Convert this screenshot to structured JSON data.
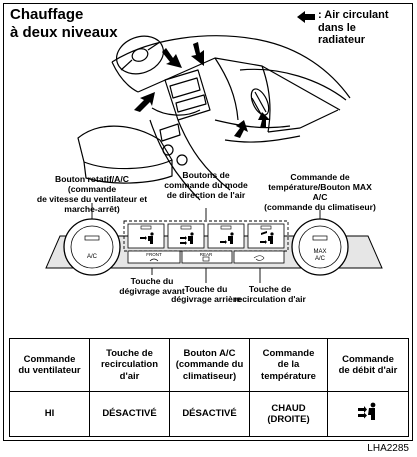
{
  "figure": {
    "title_lines": [
      "Chauffage",
      "à deux niveaux"
    ],
    "legend_lines": [
      ": Air circulant",
      "dans le",
      "radiateur"
    ],
    "figure_code": "LHA2285"
  },
  "callouts": {
    "fan_knob": [
      "Bouton rotatif/A/C (commande",
      "de vitesse du ventilateur et",
      "marche-arrêt)"
    ],
    "mode_buttons": [
      "Boutons de",
      "commande du mode",
      "de direction de l'air"
    ],
    "temp_knob": [
      "Commande de",
      "température/Bouton MAX A/C",
      "(commande du climatiseur)"
    ],
    "front_defrost": [
      "Touche du",
      "dégivrage avant"
    ],
    "rear_defrost": [
      "Touche du",
      "dégivrage arrière"
    ],
    "recirculation": [
      "Touche de",
      "recirculation d'air"
    ]
  },
  "panel": {
    "left_knob_label": "A/C",
    "right_knob_label_1": "MAX",
    "right_knob_label_2": "A/C",
    "front_label": "FRONT",
    "rear_label": "REAR"
  },
  "table": {
    "headers": [
      [
        "Commande",
        "du ventilateur"
      ],
      [
        "Touche de",
        "recirculation",
        "d'air"
      ],
      [
        "Bouton A/C",
        "(commande du",
        "climatiseur)"
      ],
      [
        "Commande",
        "de la",
        "température"
      ],
      [
        "Commande",
        "de débit d'air"
      ]
    ],
    "row": [
      [
        "HI"
      ],
      [
        "DÉSACTIVÉ"
      ],
      [
        "DÉSACTIVÉ"
      ],
      [
        "CHAUD",
        "(DROITE)"
      ]
    ],
    "airflow_icon": "bilevel-airflow-icon"
  },
  "colors": {
    "ink": "#000000",
    "panel_fill": "#e6e6e6",
    "paper": "#ffffff"
  }
}
